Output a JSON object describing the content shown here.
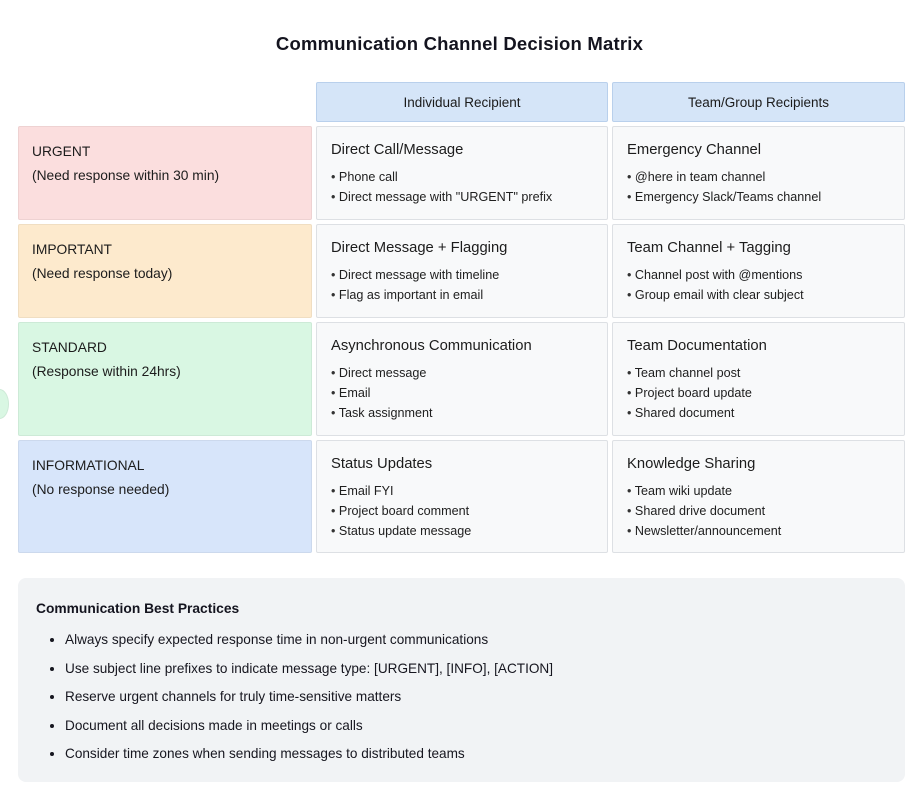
{
  "page": {
    "title": "Communication Channel Decision Matrix"
  },
  "colors": {
    "header_blue": "#d5e5f8",
    "urgent_pink": "#fbdede",
    "important_orange": "#fdeacd",
    "standard_green": "#d9f7e3",
    "informational_blue": "#d7e5fa",
    "cell_bg": "#f8f9fa",
    "panel_bg": "#f1f3f5"
  },
  "matrix": {
    "column_headers": [
      "Individual Recipient",
      "Team/Group Recipients"
    ],
    "rows": [
      {
        "label": "URGENT",
        "sublabel": "(Need response within 30 min)",
        "color": "#fbdede",
        "cells": [
          {
            "title": "Direct Call/Message",
            "bullets": [
              "Phone call",
              "Direct message with \"URGENT\" prefix"
            ]
          },
          {
            "title": "Emergency Channel",
            "bullets": [
              "@here in team channel",
              "Emergency Slack/Teams channel"
            ]
          }
        ]
      },
      {
        "label": "IMPORTANT",
        "sublabel": "(Need response today)",
        "color": "#fdeacd",
        "cells": [
          {
            "title": "Direct Message + Flagging",
            "bullets": [
              "Direct message with timeline",
              "Flag as important in email"
            ]
          },
          {
            "title": "Team Channel + Tagging",
            "bullets": [
              "Channel post with @mentions",
              "Group email with clear subject"
            ]
          }
        ]
      },
      {
        "label": "STANDARD",
        "sublabel": "(Response within 24hrs)",
        "color": "#d9f7e3",
        "cells": [
          {
            "title": "Asynchronous Communication",
            "bullets": [
              "Direct message",
              "Email",
              "Task assignment"
            ]
          },
          {
            "title": "Team Documentation",
            "bullets": [
              "Team channel post",
              "Project board update",
              "Shared document"
            ]
          }
        ]
      },
      {
        "label": "INFORMATIONAL",
        "sublabel": "(No response needed)",
        "color": "#d7e5fa",
        "cells": [
          {
            "title": "Status Updates",
            "bullets": [
              "Email FYI",
              "Project board comment",
              "Status update message"
            ]
          },
          {
            "title": "Knowledge Sharing",
            "bullets": [
              "Team wiki update",
              "Shared drive document",
              "Newsletter/announcement"
            ]
          }
        ]
      }
    ]
  },
  "best_practices": {
    "title": "Communication Best Practices",
    "items": [
      "Always specify expected response time in non-urgent communications",
      "Use subject line prefixes to indicate message type: [URGENT], [INFO], [ACTION]",
      "Reserve urgent channels for truly time-sensitive matters",
      "Document all decisions made in meetings or calls",
      "Consider time zones when sending messages to distributed teams"
    ]
  }
}
